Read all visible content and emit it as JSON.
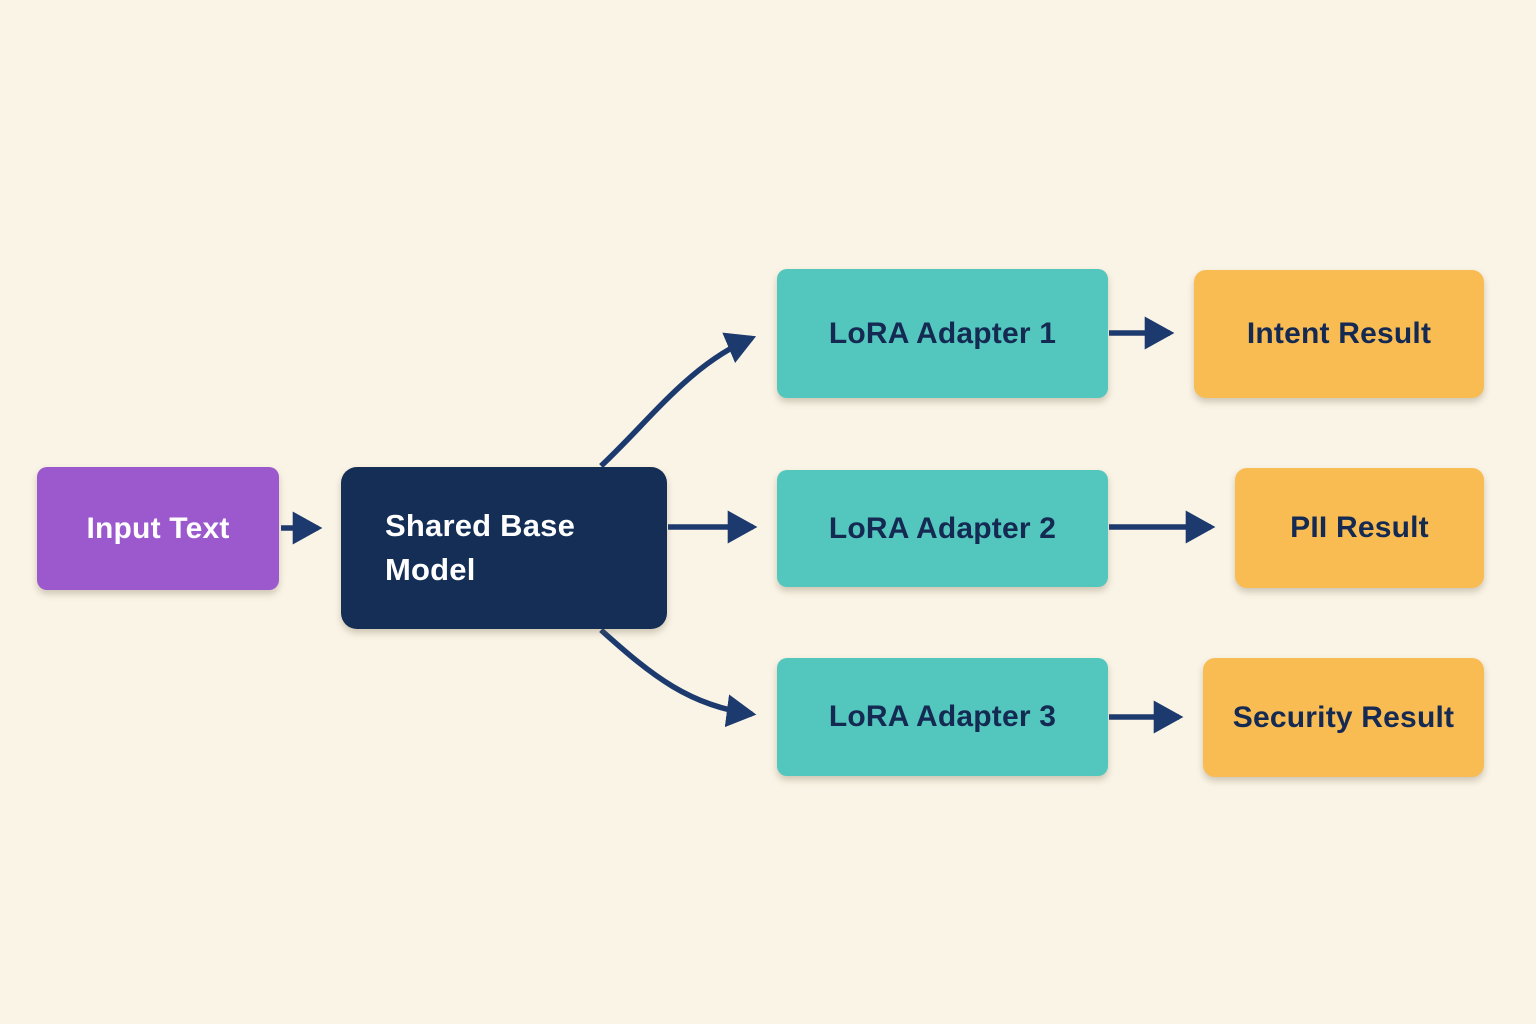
{
  "diagram": {
    "background": "#faf4e6",
    "colors": {
      "input_fill": "#9c59ce",
      "base_fill": "#142e56",
      "adapter_fill": "#53c7bd",
      "result_fill": "#f8bc52",
      "arrow_stroke": "#1c3a6e",
      "label_on_dark": "#ffffff",
      "label_on_light": "#152a52"
    },
    "nodes": {
      "input": {
        "label": "Input Text",
        "color": "purple"
      },
      "base": {
        "label": "Shared Base Model",
        "color": "navy"
      },
      "adapter1": {
        "label": "LoRA Adapter 1",
        "color": "teal"
      },
      "adapter2": {
        "label": "LoRA Adapter 2",
        "color": "teal"
      },
      "adapter3": {
        "label": "LoRA Adapter 3",
        "color": "teal"
      },
      "result1": {
        "label": "Intent Result",
        "color": "yellow"
      },
      "result2": {
        "label": "PII Result",
        "color": "yellow"
      },
      "result3": {
        "label": "Security Result",
        "color": "yellow"
      }
    },
    "edges": [
      {
        "from": "input",
        "to": "base",
        "style": "straight"
      },
      {
        "from": "base",
        "to": "adapter1",
        "style": "curved-up"
      },
      {
        "from": "base",
        "to": "adapter2",
        "style": "straight"
      },
      {
        "from": "base",
        "to": "adapter3",
        "style": "curved-down"
      },
      {
        "from": "adapter1",
        "to": "result1",
        "style": "straight"
      },
      {
        "from": "adapter2",
        "to": "result2",
        "style": "straight"
      },
      {
        "from": "adapter3",
        "to": "result3",
        "style": "straight"
      }
    ]
  }
}
